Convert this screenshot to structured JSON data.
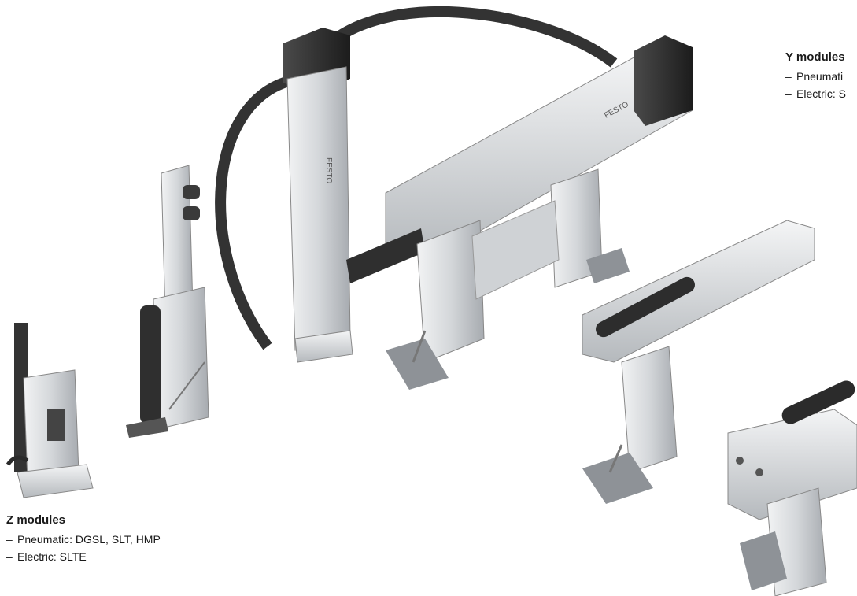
{
  "y_modules": {
    "heading": "Y modules",
    "items": [
      {
        "dash": "–",
        "text": "Pneumati"
      },
      {
        "dash": "–",
        "text": "Electric: S"
      }
    ]
  },
  "z_modules": {
    "heading": "Z modules",
    "items": [
      {
        "dash": "–",
        "text": "Pneumatic: DGSL, SLT, HMP"
      },
      {
        "dash": "–",
        "text": "Electric: SLTE"
      }
    ]
  },
  "colors": {
    "aluminium": "#d9dbdd",
    "aluminium_dark": "#a9adb1",
    "black_part": "#2b2b2b",
    "cable": "#3a3a3a"
  }
}
